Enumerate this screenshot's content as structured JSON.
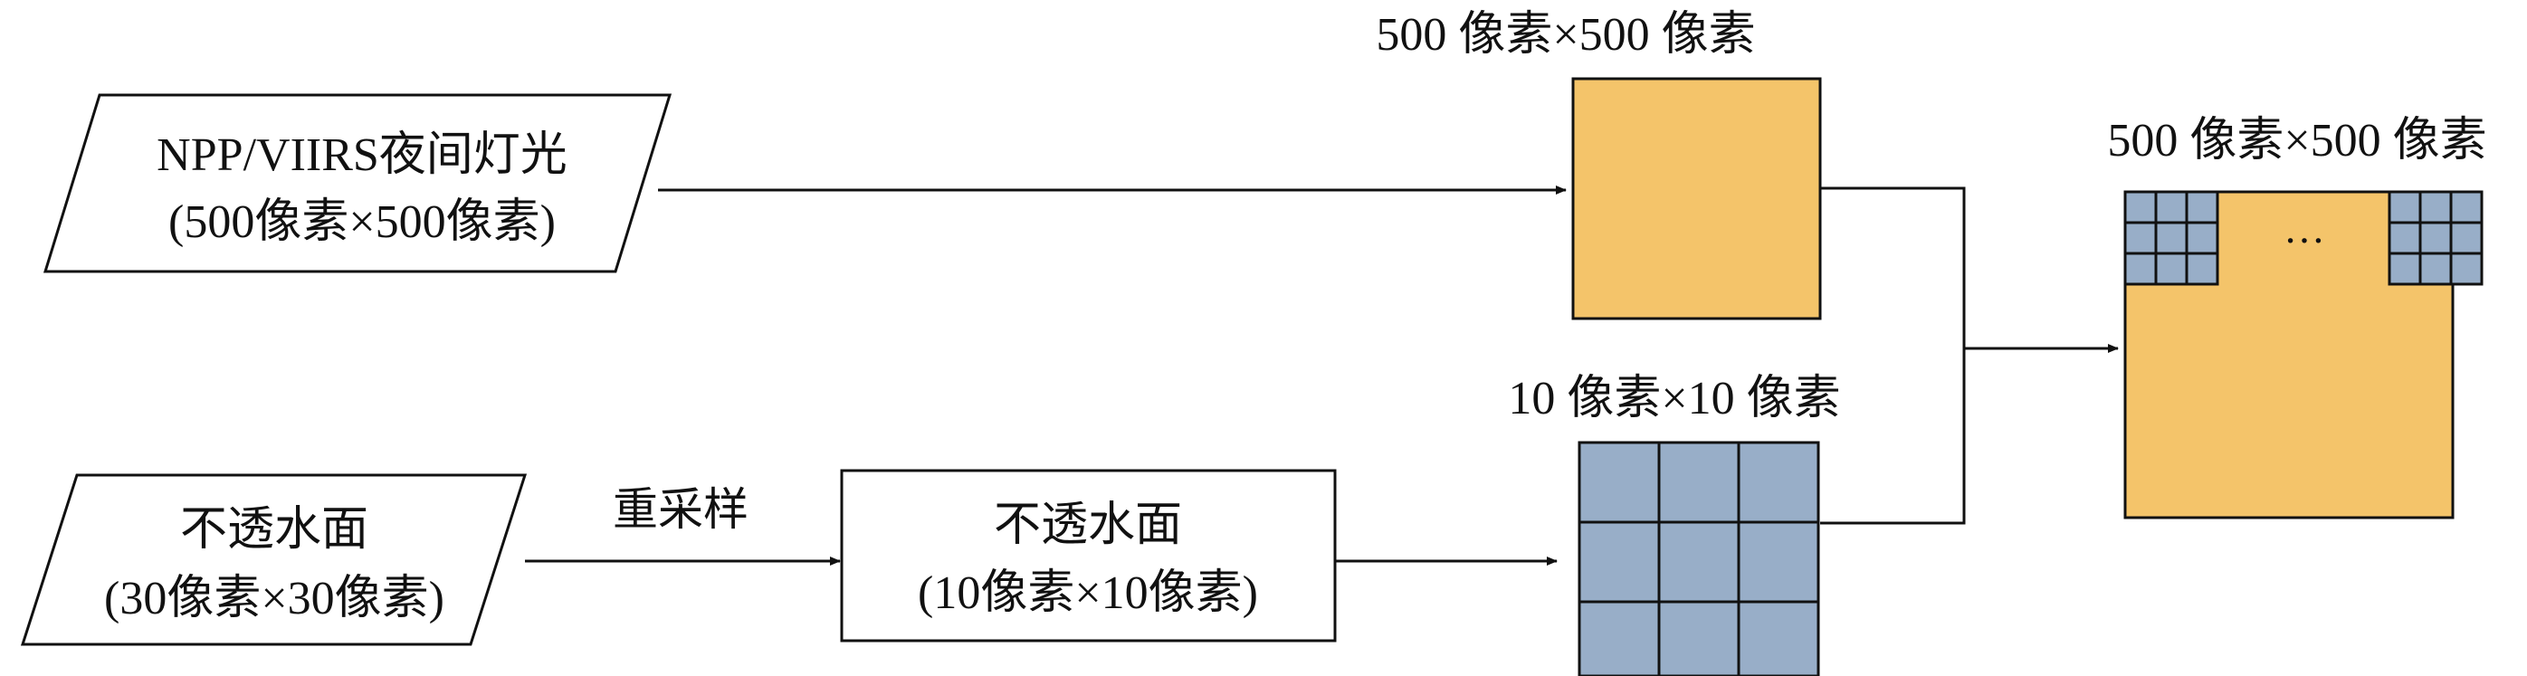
{
  "nodes": {
    "input_ntl": {
      "line1": "NPP/VIIRS夜间灯光",
      "line2": "(500像素×500像素)"
    },
    "input_isa": {
      "line1": "不透水面",
      "line2": "(30像素×30像素)"
    },
    "resampled_isa": {
      "line1": "不透水面",
      "line2": "(10像素×10像素)"
    },
    "ntl_grid": {
      "label": "500 像素×500 像素",
      "fill": "#f4c46a"
    },
    "isa_grid": {
      "label": "10 像素×10 像素",
      "fill": "#98aec8",
      "rows": 3,
      "cols": 3
    },
    "merged": {
      "label": "500 像素×500 像素",
      "ellipsis": "…",
      "fill": "#f4c46a",
      "cell_fill": "#98aec8"
    }
  },
  "edges": {
    "resample_label": "重采样"
  },
  "colors": {
    "stroke": "#111111",
    "orange": "#f4c46a",
    "blue": "#98aec8"
  }
}
